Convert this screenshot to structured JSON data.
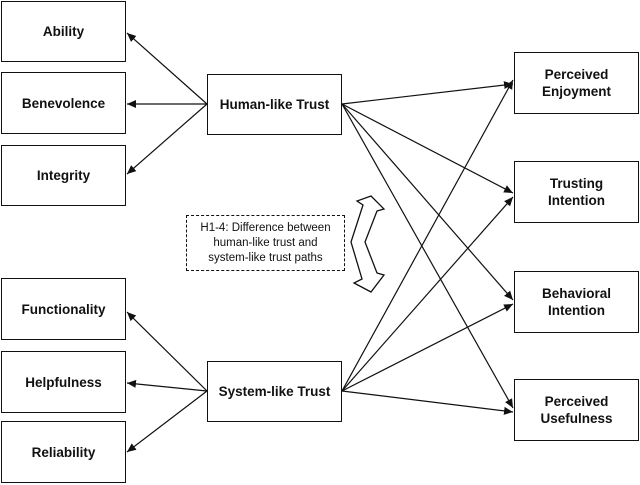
{
  "nodes": {
    "ability": "Ability",
    "benevolence": "Benevolence",
    "integrity": "Integrity",
    "functionality": "Functionality",
    "helpfulness": "Helpfulness",
    "reliability": "Reliability",
    "human_trust": "Human-like Trust",
    "system_trust": "System-like Trust",
    "perceived_enjoyment": "Perceived\nEnjoyment",
    "trusting_intention": "Trusting\nIntention",
    "behavioral_intention": "Behavioral\nIntention",
    "perceived_usefulness": "Perceived\nUsefulness"
  },
  "hypothesis_note": "H1-4: Difference between\nhuman-like trust and\nsystem-like trust paths"
}
